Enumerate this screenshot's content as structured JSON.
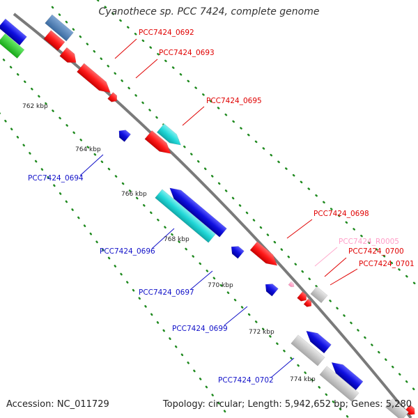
{
  "header": {
    "title": "Cyanothece sp. PCC 7424, complete genome"
  },
  "footer": {
    "accession": "Accession: NC_011729",
    "summary": "Topology: circular; Length: 5,942,652 bp; Genes: 5,280"
  },
  "colors": {
    "backbone": "#808080",
    "tick": "#1f8a1f",
    "forward_gene": "#ff1a1a",
    "reverse_gene": "#1010e0",
    "cds_cyan": "#22d8d8",
    "steelblue": "#4a7ab0",
    "green": "#22cc22",
    "gray": "#c8c8c8",
    "rna_pink": "#ffaacc"
  },
  "scale_labels": [
    "762 kbp",
    "764 kbp",
    "766 kbp",
    "768 kbp",
    "770 kbp",
    "772 kbp",
    "774 kbp"
  ],
  "gene_labels": [
    {
      "text": "PCC7424_0692",
      "strand": "forward"
    },
    {
      "text": "PCC7424_0693",
      "strand": "forward"
    },
    {
      "text": "PCC7424_0695",
      "strand": "forward"
    },
    {
      "text": "PCC7424_0698",
      "strand": "forward"
    },
    {
      "text": "PCC7424_R0005",
      "strand": "forward-rna"
    },
    {
      "text": "PCC7424_0700",
      "strand": "forward"
    },
    {
      "text": "PCC7424_0701",
      "strand": "forward"
    },
    {
      "text": "PCC7424_0694",
      "strand": "reverse"
    },
    {
      "text": "PCC7424_0696",
      "strand": "reverse"
    },
    {
      "text": "PCC7424_0697",
      "strand": "reverse"
    },
    {
      "text": "PCC7424_0699",
      "strand": "reverse"
    },
    {
      "text": "PCC7424_0702",
      "strand": "reverse"
    }
  ]
}
